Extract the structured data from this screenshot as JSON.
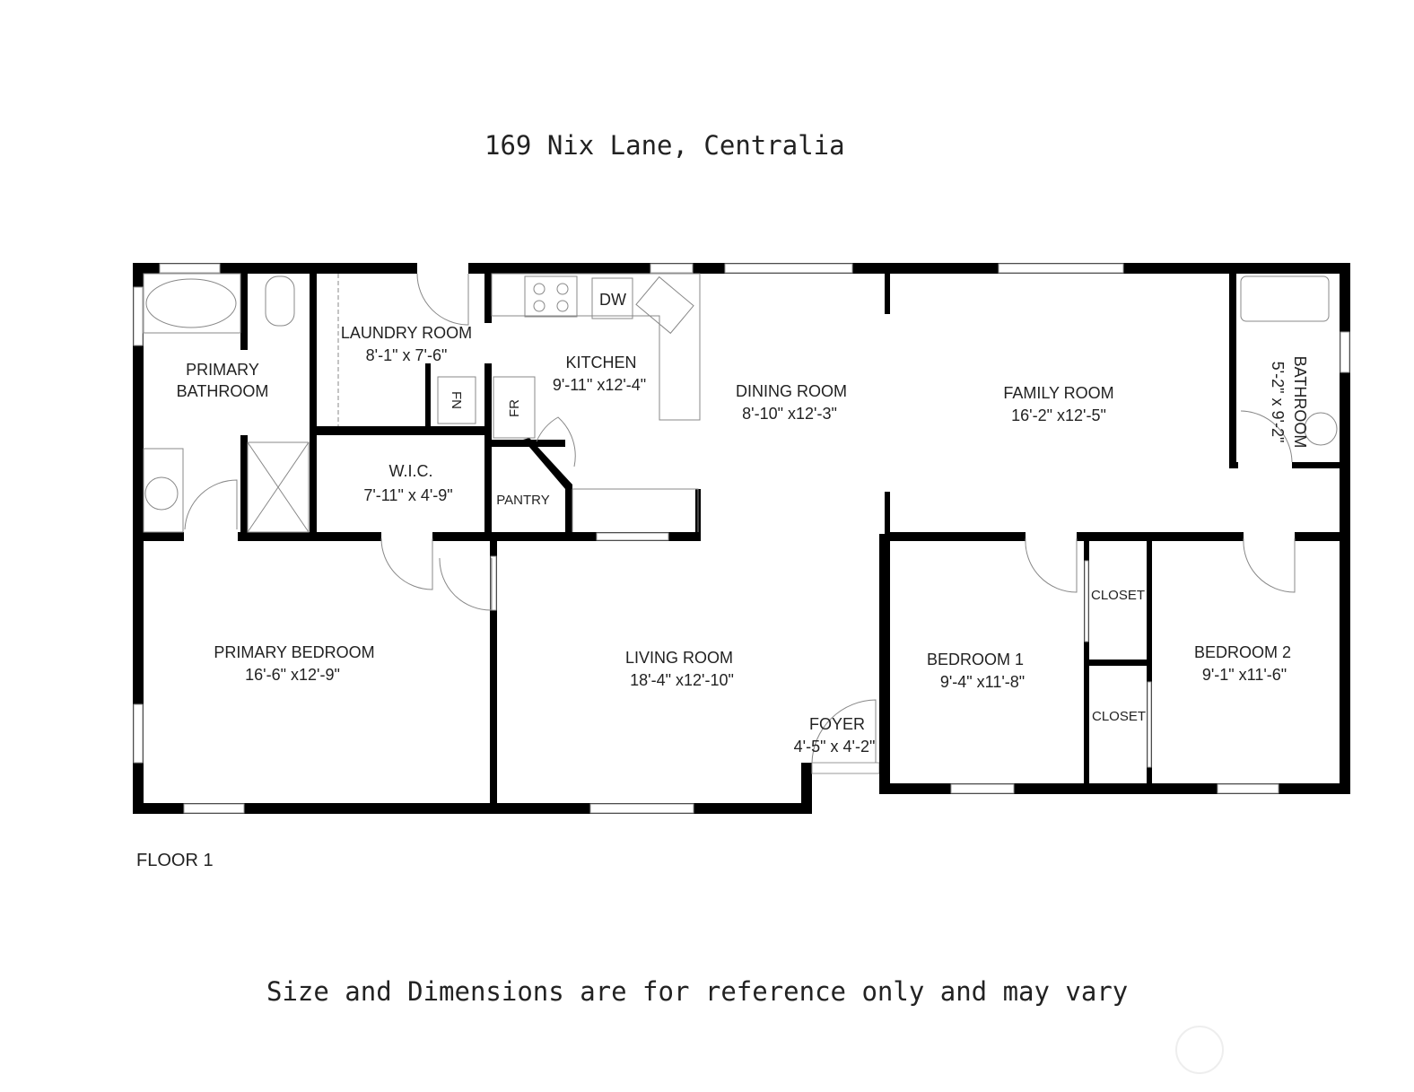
{
  "title": "169 Nix Lane, Centralia",
  "floor_label": "FLOOR 1",
  "disclaimer": "Size and Dimensions are for reference only and may vary",
  "rooms": {
    "primary_bathroom": {
      "name_line1": "PRIMARY",
      "name_line2": "BATHROOM"
    },
    "laundry": {
      "name": "LAUNDRY ROOM",
      "dims": "8'-1\"  x 7'-6\""
    },
    "kitchen": {
      "name": "KITCHEN",
      "dims": "9'-11\" x12'-4\""
    },
    "dining": {
      "name": "DINING ROOM",
      "dims": "8'-10\" x12'-3\""
    },
    "family": {
      "name": "FAMILY ROOM",
      "dims": "16'-2\" x12'-5\""
    },
    "bathroom": {
      "name": "BATHROOM",
      "dims": "5'-2\" x 9'-2\""
    },
    "wic": {
      "name": "W.I.C.",
      "dims": "7'-11\" x 4'-9\""
    },
    "pantry": {
      "name": "PANTRY"
    },
    "primary_bedroom": {
      "name": "PRIMARY BEDROOM",
      "dims": "16'-6\" x12'-9\""
    },
    "living": {
      "name": "LIVING ROOM",
      "dims": "18'-4\" x12'-10\""
    },
    "foyer": {
      "name": "FOYER",
      "dims": "4'-5\"  x 4'-2\""
    },
    "bedroom1": {
      "name": "BEDROOM 1",
      "dims": "9'-4\"  x11'-8\""
    },
    "bedroom2": {
      "name": "BEDROOM 2",
      "dims": "9'-1\"  x11'-6\""
    },
    "closet1": {
      "name": "CLOSET"
    },
    "closet2": {
      "name": "CLOSET"
    }
  },
  "fixtures": {
    "dishwasher": "DW",
    "fridge": "FR",
    "furnace": "FN"
  }
}
